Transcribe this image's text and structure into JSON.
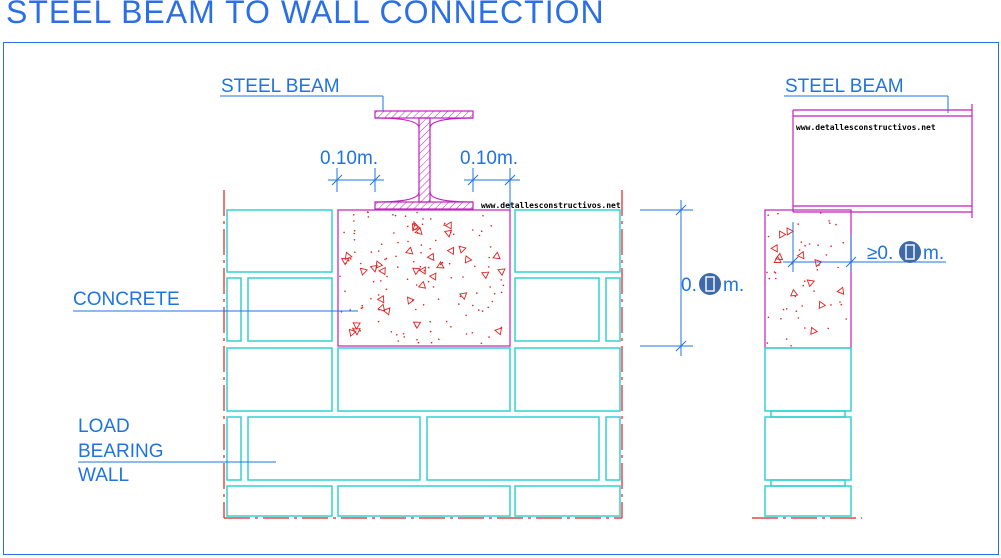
{
  "title": "STEEL BEAM TO WALL CONNECTION",
  "labels": {
    "steel_beam_left": "STEEL BEAM",
    "steel_beam_right": "STEEL BEAM",
    "concrete": "CONCRETE",
    "load_bearing_wall": [
      "LOAD",
      "BEARING",
      "WALL"
    ]
  },
  "dimensions": {
    "left_clearance": "0.10m.",
    "right_clearance": "0.10m.",
    "pad_height_prefix": "0.",
    "pad_height_suffix": "m.",
    "bearing_length_prefix": "≥0.",
    "bearing_length_suffix": "m."
  },
  "watermark": "www.detallesconstructivos.net",
  "colors": {
    "text": "#1f74e0",
    "brick": "#33d1d1",
    "steel": "#c020c0",
    "concrete_hatch": "#e02020",
    "badge": "#3e6aa8"
  }
}
